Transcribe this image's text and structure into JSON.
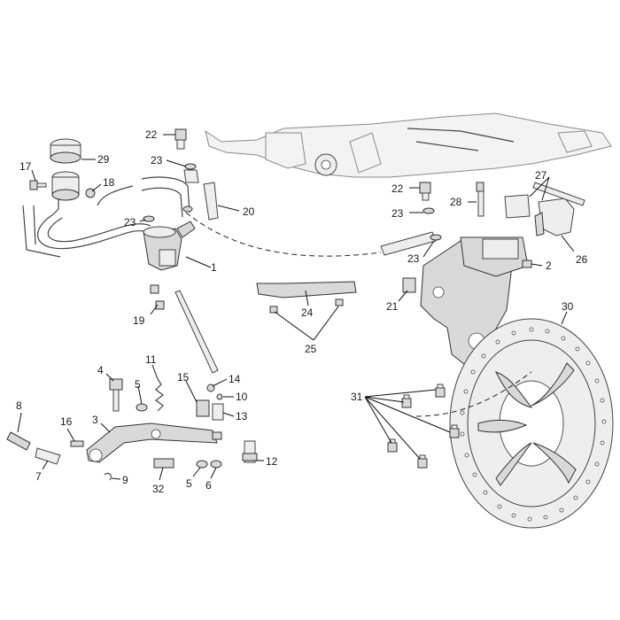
{
  "diagram": {
    "callouts": [
      {
        "id": "c1",
        "text": "1"
      },
      {
        "id": "c2",
        "text": "2"
      },
      {
        "id": "c3",
        "text": "3"
      },
      {
        "id": "c4",
        "text": "4"
      },
      {
        "id": "c5a",
        "text": "5"
      },
      {
        "id": "c5b",
        "text": "5"
      },
      {
        "id": "c6",
        "text": "6"
      },
      {
        "id": "c7",
        "text": "7"
      },
      {
        "id": "c8",
        "text": "8"
      },
      {
        "id": "c9",
        "text": "9"
      },
      {
        "id": "c10",
        "text": "10"
      },
      {
        "id": "c11",
        "text": "11"
      },
      {
        "id": "c12",
        "text": "12"
      },
      {
        "id": "c13",
        "text": "13"
      },
      {
        "id": "c14",
        "text": "14"
      },
      {
        "id": "c15",
        "text": "15"
      },
      {
        "id": "c16",
        "text": "16"
      },
      {
        "id": "c17",
        "text": "17"
      },
      {
        "id": "c18",
        "text": "18"
      },
      {
        "id": "c19",
        "text": "19"
      },
      {
        "id": "c20",
        "text": "20"
      },
      {
        "id": "c21",
        "text": "21"
      },
      {
        "id": "c22a",
        "text": "22"
      },
      {
        "id": "c22b",
        "text": "22"
      },
      {
        "id": "c23a",
        "text": "23"
      },
      {
        "id": "c23b",
        "text": "23"
      },
      {
        "id": "c23c",
        "text": "23"
      },
      {
        "id": "c23d",
        "text": "23"
      },
      {
        "id": "c24",
        "text": "24"
      },
      {
        "id": "c25",
        "text": "25"
      },
      {
        "id": "c26",
        "text": "26"
      },
      {
        "id": "c27",
        "text": "27"
      },
      {
        "id": "c28",
        "text": "28"
      },
      {
        "id": "c29",
        "text": "29"
      },
      {
        "id": "c30",
        "text": "30"
      },
      {
        "id": "c31",
        "text": "31"
      },
      {
        "id": "c32",
        "text": "32"
      }
    ]
  }
}
